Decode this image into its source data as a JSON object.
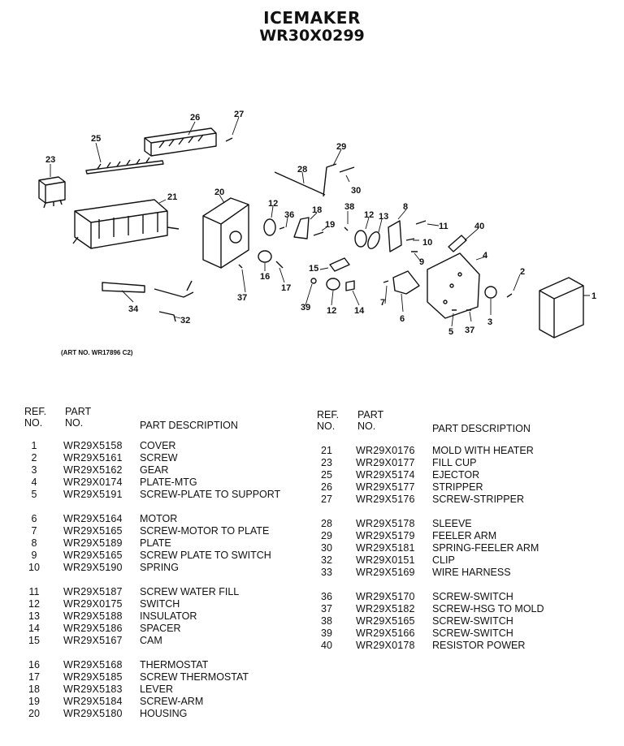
{
  "title": "ICEMAKER",
  "model": "WR30X0299",
  "art_no": "(ART NO. WR17896 C2)",
  "callouts": [
    "1",
    "2",
    "3",
    "4",
    "5",
    "6",
    "7",
    "8",
    "9",
    "10",
    "11",
    "12",
    "12",
    "12",
    "13",
    "14",
    "15",
    "16",
    "17",
    "18",
    "19",
    "20",
    "21",
    "23",
    "25",
    "26",
    "27",
    "28",
    "29",
    "30",
    "32",
    "34",
    "36",
    "37",
    "37",
    "38",
    "39",
    "40"
  ],
  "headers": {
    "ref": "REF.",
    "no": "NO.",
    "part": "PART",
    "part_no": "NO.",
    "desc": "PART DESCRIPTION"
  },
  "left_groups": [
    [
      {
        "ref": "1",
        "part": "WR29X5158",
        "desc": "COVER"
      },
      {
        "ref": "2",
        "part": "WR29X5161",
        "desc": "SCREW"
      },
      {
        "ref": "3",
        "part": "WR29X5162",
        "desc": "GEAR"
      },
      {
        "ref": "4",
        "part": "WR29X0174",
        "desc": "PLATE-MTG"
      },
      {
        "ref": "5",
        "part": "WR29X5191",
        "desc": "SCREW-PLATE TO SUPPORT"
      }
    ],
    [
      {
        "ref": "6",
        "part": "WR29X5164",
        "desc": "MOTOR"
      },
      {
        "ref": "7",
        "part": "WR29X5165",
        "desc": "SCREW-MOTOR TO PLATE"
      },
      {
        "ref": "8",
        "part": "WR29X5189",
        "desc": "PLATE"
      },
      {
        "ref": "9",
        "part": "WR29X5165",
        "desc": "SCREW PLATE TO SWITCH"
      },
      {
        "ref": "10",
        "part": "WR29X5190",
        "desc": "SPRING"
      }
    ],
    [
      {
        "ref": "11",
        "part": "WR29X5187",
        "desc": "SCREW WATER FILL"
      },
      {
        "ref": "12",
        "part": "WR29X0175",
        "desc": "SWITCH"
      },
      {
        "ref": "13",
        "part": "WR29X5188",
        "desc": "INSULATOR"
      },
      {
        "ref": "14",
        "part": "WR29X5186",
        "desc": "SPACER"
      },
      {
        "ref": "15",
        "part": "WR29X5167",
        "desc": "CAM"
      }
    ],
    [
      {
        "ref": "16",
        "part": "WR29X5168",
        "desc": "THERMOSTAT"
      },
      {
        "ref": "17",
        "part": "WR29X5185",
        "desc": "SCREW THERMOSTAT"
      },
      {
        "ref": "18",
        "part": "WR29X5183",
        "desc": "LEVER"
      },
      {
        "ref": "19",
        "part": "WR29X5184",
        "desc": "SCREW-ARM"
      },
      {
        "ref": "20",
        "part": "WR29X5180",
        "desc": "HOUSING"
      }
    ]
  ],
  "right_groups": [
    [
      {
        "ref": "21",
        "part": "WR29X0176",
        "desc": "MOLD WITH HEATER"
      },
      {
        "ref": "23",
        "part": "WR29X0177",
        "desc": "FILL CUP"
      },
      {
        "ref": "25",
        "part": "WR29X5174",
        "desc": "EJECTOR"
      },
      {
        "ref": "26",
        "part": "WR29X5177",
        "desc": "STRIPPER"
      },
      {
        "ref": "27",
        "part": "WR29X5176",
        "desc": "SCREW-STRIPPER"
      }
    ],
    [
      {
        "ref": "28",
        "part": "WR29X5178",
        "desc": "SLEEVE"
      },
      {
        "ref": "29",
        "part": "WR29X5179",
        "desc": "FEELER ARM"
      },
      {
        "ref": "30",
        "part": "WR29X5181",
        "desc": "SPRING-FEELER ARM"
      },
      {
        "ref": "32",
        "part": "WR29X0151",
        "desc": "CLIP"
      },
      {
        "ref": "33",
        "part": "WR29X5169",
        "desc": "WIRE HARNESS"
      }
    ],
    [
      {
        "ref": "36",
        "part": "WR29X5170",
        "desc": "SCREW-SWITCH"
      },
      {
        "ref": "37",
        "part": "WR29X5182",
        "desc": "SCREW-HSG TO MOLD"
      },
      {
        "ref": "38",
        "part": "WR29X5165",
        "desc": "SCREW-SWITCH"
      },
      {
        "ref": "39",
        "part": "WR29X5166",
        "desc": "SCREW-SWITCH"
      },
      {
        "ref": "40",
        "part": "WR29X0178",
        "desc": "RESISTOR POWER"
      }
    ]
  ]
}
